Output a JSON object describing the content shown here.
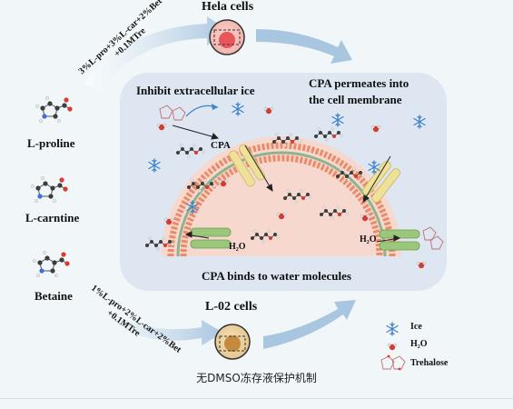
{
  "diagram": {
    "center_cell_top": "Hela cells",
    "center_cell_bottom": "L-02 cells",
    "arrow_top_label_line1": "3%L-pro+3%L-car+2%Bet",
    "arrow_top_label_line2": "+0.1MTre",
    "arrow_bottom_label_line1": "1%L-pro+2%L-car+2%Bet",
    "arrow_bottom_label_line2": "+0.1MTre",
    "molecules": [
      "L-proline",
      "L-carntine",
      "Betaine"
    ],
    "panel_texts": {
      "inhibit": "Inhibit extracellular ice",
      "permeates_line1": "CPA permeates into",
      "permeates_line2": "the cell membrane",
      "cpa": "CPA",
      "h2o_left": "H₂O",
      "h2o_right": "H₂O",
      "binds": "CPA binds to  water molecules"
    },
    "legend": [
      {
        "label": "Ice",
        "icon": "snowflake-icon"
      },
      {
        "label": "H₂O",
        "icon": "water-molecule-icon"
      },
      {
        "label": "Trehalose",
        "icon": "trehalose-molecule-icon"
      }
    ]
  },
  "caption": "无DMSO冻存液保护机制",
  "colors": {
    "panel_bg": "#dde6f1",
    "arrow": "#a9c6e0",
    "membrane_outer": "#ea8c69",
    "membrane_inner": "#8fb38c",
    "channel_yellow": "#efe09a",
    "channel_green": "#9ac77a",
    "ice_blue": "#3f83c9",
    "water_red": "#d73a33",
    "hela_cell": "#e8565c",
    "l02_cell": "#c48b3e"
  }
}
